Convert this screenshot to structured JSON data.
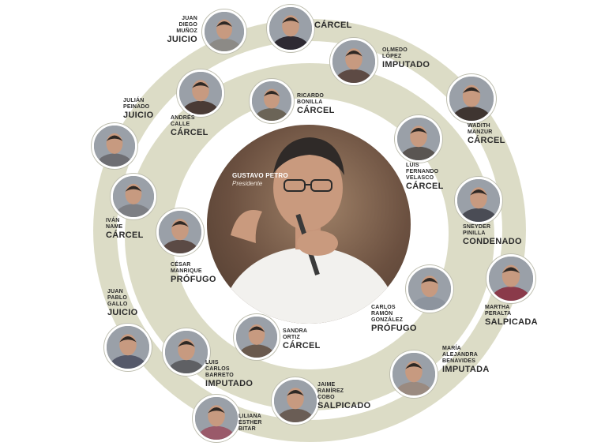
{
  "center": {
    "name": "GUSTAVO PETRO",
    "role": "Presidente"
  },
  "people": [
    {
      "id": "juan-diego-munoz",
      "name": [
        "JUAN",
        "DIEGO",
        "MUÑOZ"
      ],
      "status": "JUICIO",
      "tone": "#8c8a86"
    },
    {
      "id": "sandra-ortiz-top",
      "name": [],
      "status": "CÁRCEL",
      "tone": "#2e2a33"
    },
    {
      "id": "olmedo-lopez",
      "name": [
        "OLMEDO",
        "LÓPEZ"
      ],
      "status": "IMPUTADO",
      "tone": "#5d4a44"
    },
    {
      "id": "julian-peinado",
      "name": [
        "JULIÁN",
        "PEINADO"
      ],
      "status": "JUICIO",
      "tone": "#6e6e73"
    },
    {
      "id": "andres-calle",
      "name": [
        "ANDRÉS",
        "CALLE"
      ],
      "status": "CÁRCEL",
      "tone": "#4a3b36"
    },
    {
      "id": "ricardo-bonilla",
      "name": [
        "RICARDO",
        "BONILLA"
      ],
      "status": "CÁRCEL",
      "tone": "#6b6457"
    },
    {
      "id": "wadith-manzur",
      "name": [
        "WADITH",
        "MANZUR"
      ],
      "status": "CÁRCEL",
      "tone": "#3f3531"
    },
    {
      "id": "luis-fernando-velasco",
      "name": [
        "LUIS",
        "FERNANDO",
        "VELASCO"
      ],
      "status": "CÁRCEL",
      "tone": "#5a5552"
    },
    {
      "id": "ivan-name",
      "name": [
        "IVÁN",
        "NAME"
      ],
      "status": "CÁRCEL",
      "tone": "#7d7f84"
    },
    {
      "id": "cesar-manrique",
      "name": [
        "CÉSAR",
        "MANRIQUE"
      ],
      "status": "PRÓFUGO",
      "tone": "#5b4a45"
    },
    {
      "id": "sneyder-pinilla",
      "name": [
        "SNEYDER",
        "PINILLA"
      ],
      "status": "CONDENADO",
      "tone": "#4a4c55"
    },
    {
      "id": "martha-peralta",
      "name": [
        "MARTHA",
        "PERALTA"
      ],
      "status": "SALPICADA",
      "tone": "#8a3a4a"
    },
    {
      "id": "juan-pablo-gallo",
      "name": [
        "JUAN",
        "PABLO",
        "GALLO"
      ],
      "status": "JUICIO",
      "tone": "#55596a"
    },
    {
      "id": "carlos-ramon-gonzalez",
      "name": [
        "CARLOS",
        "RAMÓN",
        "GONZÁLEZ"
      ],
      "status": "PRÓFUGO",
      "tone": "#8d949e"
    },
    {
      "id": "sandra-ortiz",
      "name": [
        "SANDRA",
        "ORTIZ"
      ],
      "status": "CÁRCEL",
      "tone": "#6a5a4e"
    },
    {
      "id": "maria-alejandra-benavides",
      "name": [
        "MARÍA",
        "ALEJANDRA",
        "BENAVIDES"
      ],
      "status": "IMPUTADA",
      "tone": "#9a8a80"
    },
    {
      "id": "luis-carlos-barreto",
      "name": [
        "LUIS",
        "CARLOS",
        "BARRETO"
      ],
      "status": "IMPUTADO",
      "tone": "#5f6064"
    },
    {
      "id": "jaime-ramirez-cobo",
      "name": [
        "JAIME",
        "RAMÍREZ",
        "COBO"
      ],
      "status": "SALPICADO",
      "tone": "#6a5d55"
    },
    {
      "id": "liliana-esther-bitar",
      "name": [
        "LILIANA",
        "ESTHER",
        "BITAR"
      ],
      "status": "",
      "tone": "#9a5a6a"
    }
  ]
}
